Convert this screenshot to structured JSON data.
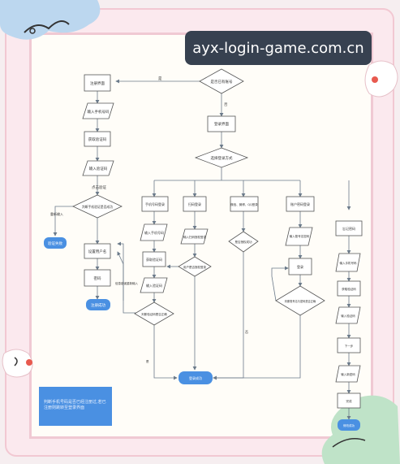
{
  "banner": {
    "text": "ayx-login-game.com.cn"
  },
  "colors": {
    "node_fill": "#ffffff",
    "node_stroke": "#555555",
    "terminal_fill": "#4a90e2",
    "line": "#6b7a8a",
    "accent": "#4a90e2"
  },
  "nodes": {
    "start_decision": "是否已有账号",
    "n_login": "注册界面",
    "n_phone": "输入手机号码",
    "n_getcode": "获取验证码",
    "n_entercode": "输入验证码",
    "n_check_label": "点击验证",
    "n_judge": "判断手机验证是否成功",
    "n_fail": "验证失败",
    "n_setpw": "设置用户名",
    "n_pw": "密码",
    "n_done": "注册成功",
    "n_loginpage": "登录界面",
    "n_method": "选择登录方式",
    "m_phone": "手机号码登录",
    "m_scan": "扫码登录",
    "m_third": "微信、微博、QQ登录",
    "m_account": "账户密码登录",
    "m_face": "忘记密码",
    "p_enter": "输入手机号码",
    "p_code": "获取验证码",
    "p_entercode": "输入验证码",
    "p_judge": "判断验证码是否正确",
    "s_open": "输入扫码授权登录",
    "s_judge": "用户是否授权登录",
    "t_judge": "是否授权成功",
    "a_enter": "输入账号名密码",
    "a_login": "登录",
    "a_judge": "判断账号名与密码是否正确",
    "f_find": "忘记密码",
    "f_phone": "输入手机号码",
    "f_code": "获取验证码",
    "f_entercode": "输入验证码",
    "f_next": "下一步",
    "f_newpw": "输入新密码",
    "f_done": "完成",
    "f_success": "修改成功",
    "end_success": "登录成功"
  },
  "edge_labels": {
    "yes": "是",
    "no": "否",
    "y1": "是",
    "n1": "否",
    "retry": "重新输入",
    "wrong": "信息错误重新输入"
  },
  "note": {
    "text": "判断手机号码是否已经注册过,若已注册则跳转至登录界面"
  }
}
